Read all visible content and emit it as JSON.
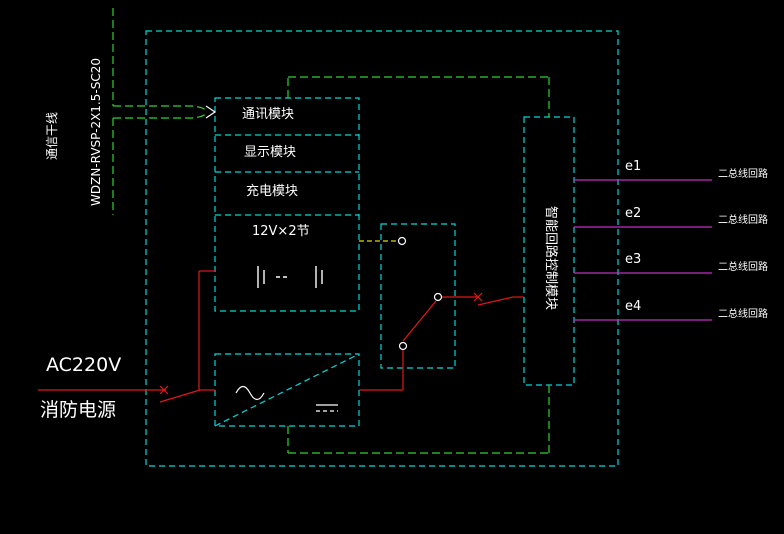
{
  "colors": {
    "background": "#000000",
    "cyan": "#00d8d8",
    "green": "#30d030",
    "red": "#e01818",
    "magenta": "#c030c0",
    "yellow": "#d8d800",
    "text": "#ffffff"
  },
  "labels": {
    "bus_trunk": "通信干线",
    "cable_spec": "WDZN-RVSP-2X1.5-SC20",
    "ac_voltage": "AC220V",
    "fire_power": "消防电源",
    "comm_module": "通讯模块",
    "display_module": "显示模块",
    "charge_module": "充电模块",
    "battery": "12V×2节",
    "loop_control_module": "智能回路控制模块",
    "outputs": [
      {
        "tag": "e1",
        "label": "二总线回路"
      },
      {
        "tag": "e2",
        "label": "二总线回路"
      },
      {
        "tag": "e3",
        "label": "二总线回路"
      },
      {
        "tag": "e4",
        "label": "二总线回路"
      }
    ]
  }
}
